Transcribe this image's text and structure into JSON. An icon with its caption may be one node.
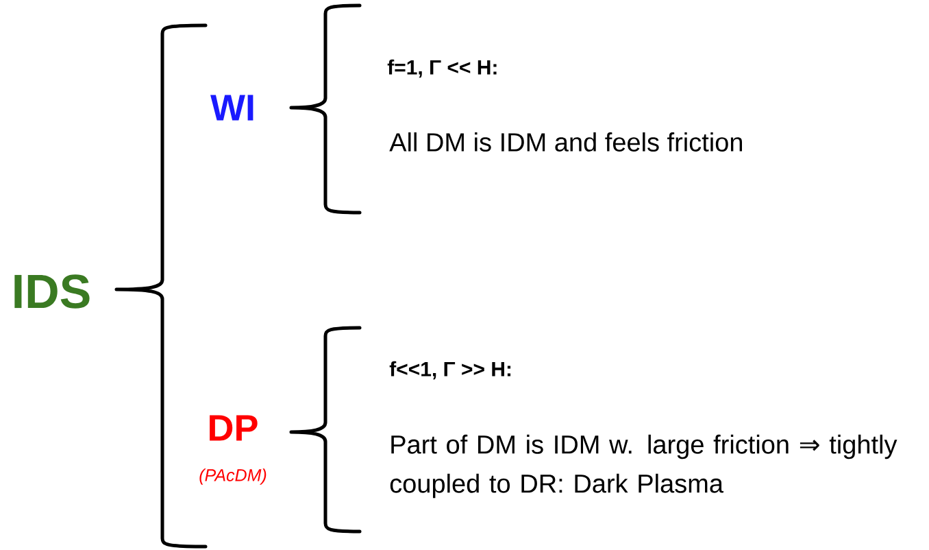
{
  "diagram": {
    "labels": [
      "IDS",
      "WI",
      "DP",
      "(PAcDM)",
      "f=1, Γ << H:",
      "All DM is IDM and feels friction",
      "f<<1, Γ >> H:",
      "Part of DM is IDM w. large friction ⇒ tightly coupled to DR: Dark Plasma"
    ]
  }
}
